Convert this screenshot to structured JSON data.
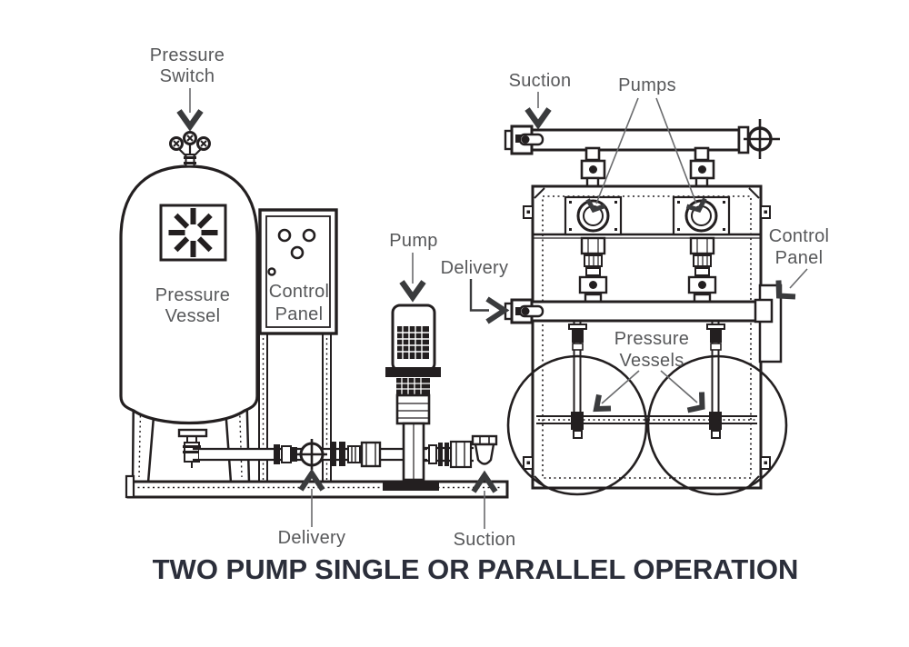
{
  "caption": "TWO PUMP SINGLE OR PARALLEL OPERATION",
  "labels": {
    "left": {
      "pressure_switch": [
        "Pressure",
        "Switch"
      ],
      "pressure_vessel": [
        "Pressure",
        "Vessel"
      ],
      "control_panel": [
        "Control",
        "Panel"
      ],
      "pump": "Pump",
      "delivery_bottom": "Delivery",
      "suction_bottom": "Suction"
    },
    "right": {
      "suction": "Suction",
      "pumps": "Pumps",
      "delivery": "Delivery",
      "control_panel": [
        "Control",
        "Panel"
      ],
      "pressure_vessels": [
        "Pressure",
        "Vessels"
      ]
    }
  },
  "colors": {
    "line": "#231f20",
    "label_text": "#57585a",
    "arrow": "#3a3b3d",
    "caption_text": "#2b2e3a",
    "background": "#ffffff"
  }
}
